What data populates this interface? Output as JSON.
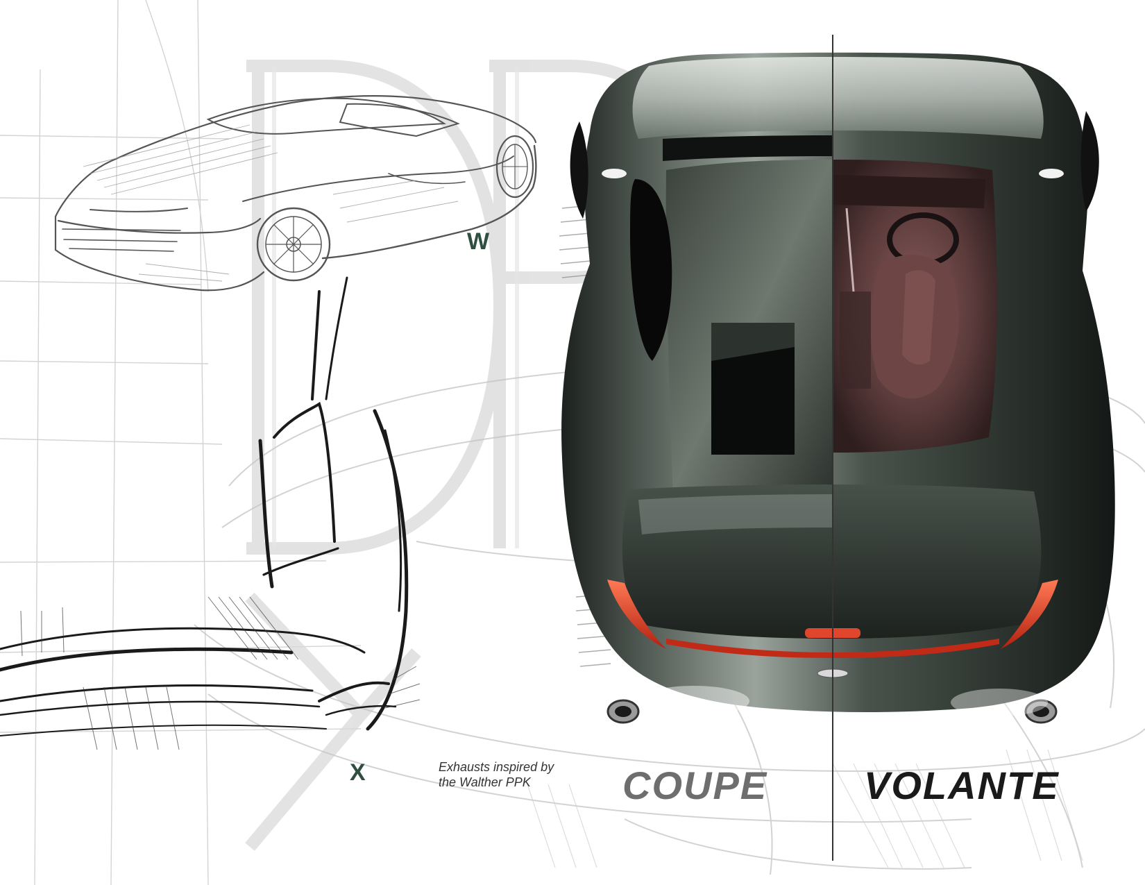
{
  "labels": {
    "sketch_w": "W",
    "sketch_x": "X"
  },
  "caption": {
    "line1": "Exhausts inspired by",
    "line2": "the Walther PPK"
  },
  "variants": {
    "left": "COUPE",
    "right": "VOLANTE"
  },
  "colors": {
    "label_green": "#2f4f40",
    "coupe_text": "#6e6e6e",
    "volante_text": "#1a1a1a",
    "body_green": "#3d4640",
    "interior_maroon": "#5a3a3a",
    "taillight_red": "#d8331f"
  }
}
